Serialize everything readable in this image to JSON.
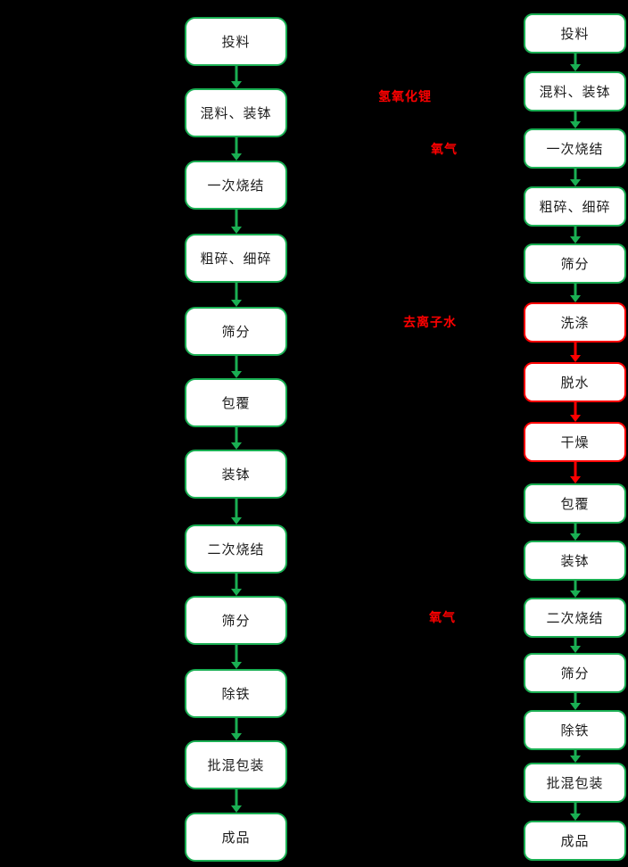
{
  "colors": {
    "green": "#1aaf53",
    "red": "#fe0000",
    "box_bg": "#ffffff",
    "text_color": "#1d1d1d",
    "canvas_bg": "#000000"
  },
  "left_flow": {
    "steps": [
      {
        "label": "投料",
        "style": "normal",
        "arrow": "green"
      },
      {
        "label": "混料、装钵",
        "style": "normal",
        "arrow": "green"
      },
      {
        "label": "一次烧结",
        "style": "normal",
        "arrow": "green"
      },
      {
        "label": "粗碎、细碎",
        "style": "normal",
        "arrow": "green"
      },
      {
        "label": "筛分",
        "style": "normal",
        "arrow": "green"
      },
      {
        "label": "包覆",
        "style": "normal",
        "arrow": "green"
      },
      {
        "label": "装钵",
        "style": "normal",
        "arrow": "green"
      },
      {
        "label": "二次烧结",
        "style": "normal",
        "arrow": "green"
      },
      {
        "label": "筛分",
        "style": "normal",
        "arrow": "green"
      },
      {
        "label": "除铁",
        "style": "normal",
        "arrow": "green"
      },
      {
        "label": "批混包装",
        "style": "normal",
        "arrow": "green"
      },
      {
        "label": "成品",
        "style": "normal",
        "arrow": null
      }
    ]
  },
  "right_flow": {
    "steps": [
      {
        "label": "投料",
        "style": "normal",
        "arrow": "green"
      },
      {
        "label": "混料、装钵",
        "style": "normal",
        "arrow": "green"
      },
      {
        "label": "一次烧结",
        "style": "normal",
        "arrow": "green"
      },
      {
        "label": "粗碎、细碎",
        "style": "normal",
        "arrow": "green"
      },
      {
        "label": "筛分",
        "style": "normal",
        "arrow": "green"
      },
      {
        "label": "洗涤",
        "style": "highlight",
        "arrow": "red"
      },
      {
        "label": "脱水",
        "style": "highlight",
        "arrow": "red"
      },
      {
        "label": "干燥",
        "style": "highlight",
        "arrow": "red"
      },
      {
        "label": "包覆",
        "style": "normal",
        "arrow": "green"
      },
      {
        "label": "装钵",
        "style": "normal",
        "arrow": "green"
      },
      {
        "label": "二次烧结",
        "style": "normal",
        "arrow": "green"
      },
      {
        "label": "筛分",
        "style": "normal",
        "arrow": "green"
      },
      {
        "label": "除铁",
        "style": "normal",
        "arrow": "green"
      },
      {
        "label": "批混包装",
        "style": "normal",
        "arrow": "green"
      },
      {
        "label": "成品",
        "style": "normal",
        "arrow": null
      }
    ]
  },
  "annotations": [
    {
      "text": "氢氧化锂",
      "color": "red"
    },
    {
      "text": "氧气",
      "color": "red"
    },
    {
      "text": "去离子水",
      "color": "red"
    },
    {
      "text": "氧气",
      "color": "red"
    }
  ]
}
